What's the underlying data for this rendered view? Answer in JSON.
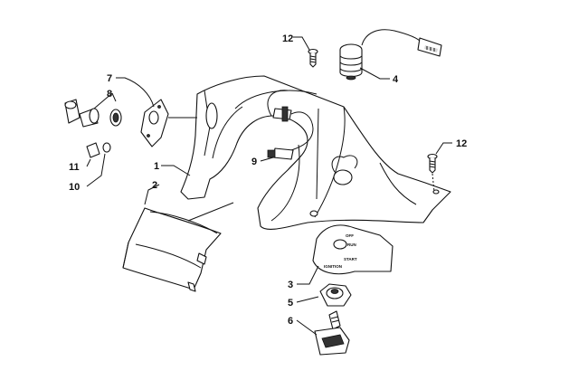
{
  "callouts": {
    "c1": "1",
    "c2": "2",
    "c3": "3",
    "c4": "4",
    "c5": "5",
    "c6": "6",
    "c7": "7",
    "c8": "8",
    "c9": "9",
    "c10": "10",
    "c11": "11",
    "c12a": "12",
    "c12b": "12"
  },
  "switch_plate_labels": {
    "off": "OFF",
    "run": "RUN",
    "start": "START",
    "ignition": "IGNITION"
  }
}
